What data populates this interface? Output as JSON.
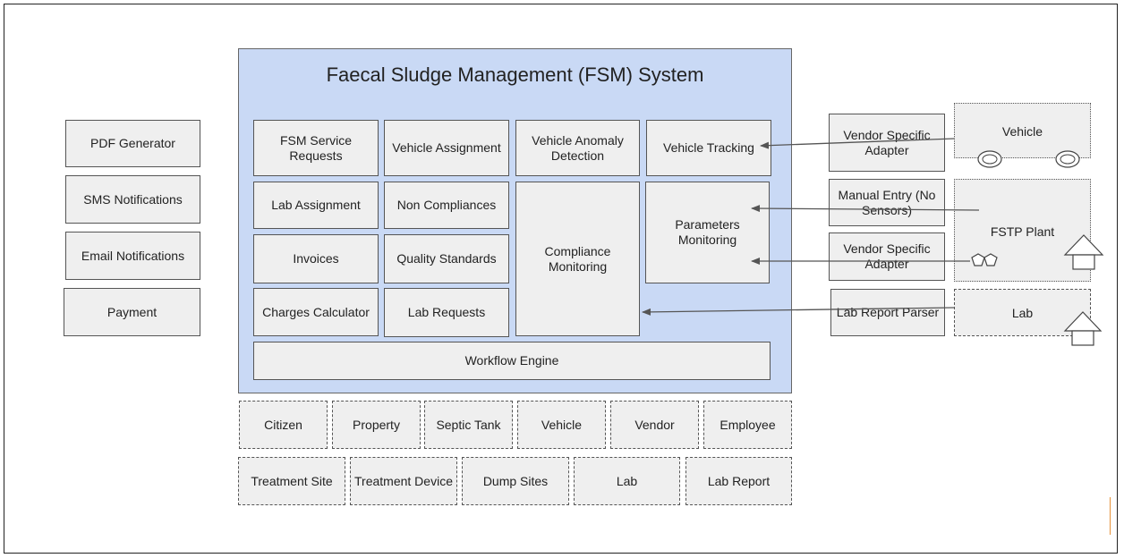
{
  "system": {
    "title": "Faecal Sludge Management (FSM) System",
    "modules": {
      "fsm_service_requests": "FSM Service Requests",
      "vehicle_assignment": "Vehicle Assignment",
      "vehicle_anomaly_detection": "Vehicle Anomaly Detection",
      "vehicle_tracking": "Vehicle Tracking",
      "lab_assignment": "Lab Assignment",
      "non_compliances": "Non Compliances",
      "compliance_monitoring": "Compliance Monitoring",
      "parameters_monitoring": "Parameters Monitoring",
      "invoices": "Invoices",
      "quality_standards": "Quality Standards",
      "charges_calculator": "Charges Calculator",
      "lab_requests": "Lab Requests",
      "workflow_engine": "Workflow Engine"
    }
  },
  "services": {
    "pdf_generator": "PDF Generator",
    "sms_notifications": "SMS Notifications",
    "email_notifications": "Email Notifications",
    "payment": "Payment"
  },
  "entities_row1": {
    "citizen": "Citizen",
    "property": "Property",
    "septic_tank": "Septic Tank",
    "vehicle": "Vehicle",
    "vendor": "Vendor",
    "employee": "Employee"
  },
  "entities_row2": {
    "treatment_site": "Treatment Site",
    "treatment_device": "Treatment Device",
    "dump_sites": "Dump Sites",
    "lab": "Lab",
    "lab_report": "Lab Report"
  },
  "adapters": {
    "vendor_specific_adapter_1": "Vendor Specific Adapter",
    "manual_entry": "Manual Entry (No Sensors)",
    "vendor_specific_adapter_2": "Vendor Specific Adapter",
    "lab_report_parser": "Lab Report Parser"
  },
  "external": {
    "vehicle": "Vehicle",
    "fstp_plant": "FSTP Plant",
    "lab": "Lab"
  },
  "colors": {
    "system_background": "#c9d9f5",
    "box_fill": "#efefef",
    "accent_line": "#e69138"
  }
}
